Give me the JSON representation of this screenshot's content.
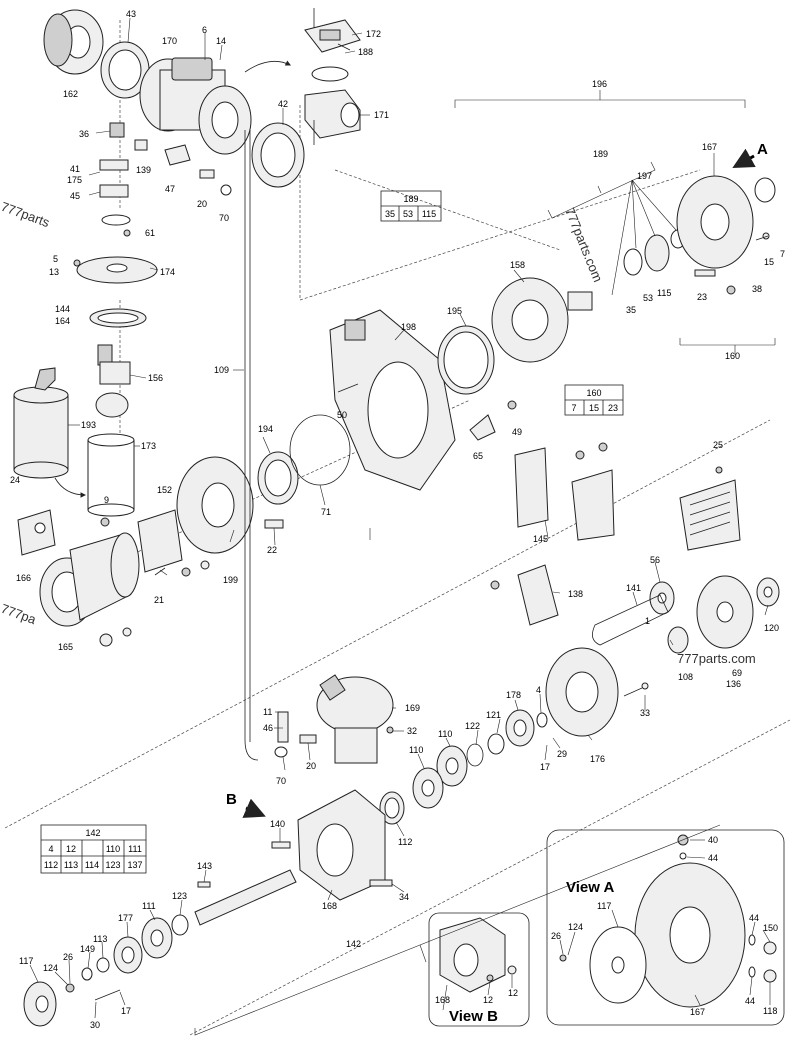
{
  "labels": {
    "l43": "43",
    "l6": "6",
    "l14": "14",
    "l170": "170",
    "l172": "172",
    "l188": "188",
    "l162": "162",
    "l42": "42",
    "l171": "171",
    "l196": "196",
    "l36": "36",
    "l139": "139",
    "l41": "41",
    "l175": "175",
    "l45": "45",
    "l47": "47",
    "l20a": "20",
    "l70a": "70",
    "l61": "61",
    "l189": "189",
    "l167a": "167",
    "l197": "197",
    "l5": "5",
    "l13": "13",
    "l174": "174",
    "l144": "144",
    "l164": "164",
    "l158": "158",
    "l195": "195",
    "l198": "198",
    "l35a": "35",
    "l53": "53",
    "l115": "115",
    "l15": "15",
    "l7": "7",
    "l23": "23",
    "l38": "38",
    "l156": "156",
    "l109": "109",
    "l160": "160",
    "l50": "50",
    "l49": "49",
    "l193": "193",
    "l173": "173",
    "l194": "194",
    "l71": "71",
    "l65": "65",
    "l25": "25",
    "l24": "24",
    "l9": "9",
    "l152": "152",
    "l145": "145",
    "l22": "22",
    "l166": "166",
    "l199": "199",
    "l21": "21",
    "l56": "56",
    "l141": "141",
    "l138": "138",
    "l165": "165",
    "l1": "1",
    "l120": "120",
    "l108": "108",
    "l69": "69",
    "l136": "136",
    "l178": "178",
    "l4": "4",
    "l33": "33",
    "l11": "11",
    "l169": "169",
    "l46": "46",
    "l32": "32",
    "l122": "122",
    "l121": "121",
    "l110a": "110",
    "l110b": "110",
    "l29": "29",
    "l17a": "17",
    "l176": "176",
    "l20b": "20",
    "l70b": "70",
    "l140": "140",
    "l112": "112",
    "l143": "143",
    "l168a": "168",
    "l34": "34",
    "l123": "123",
    "l111": "111",
    "l177": "177",
    "l113": "113",
    "l149": "149",
    "l26a": "26",
    "l117a": "117",
    "l124a": "124",
    "l17b": "17",
    "l30": "30",
    "l142b": "142",
    "l40": "40",
    "l44a": "44",
    "l117b": "117",
    "l26b": "26",
    "l124b": "124",
    "l44b": "44",
    "l150": "150",
    "l44c": "44",
    "l118": "118",
    "l167b": "167",
    "l168b": "168",
    "l12a": "12",
    "l12b": "12"
  },
  "table189": {
    "header": "189",
    "cells": [
      "35",
      "53",
      "115"
    ]
  },
  "table160": {
    "header": "160",
    "cells": [
      "7",
      "15",
      "23"
    ]
  },
  "table142": {
    "header": "142",
    "row1": [
      "4",
      "12",
      "",
      "110",
      "111"
    ],
    "row2": [
      "112",
      "113",
      "114",
      "123",
      "137"
    ]
  },
  "callouts": {
    "A": "A",
    "B": "B"
  },
  "views": {
    "viewA": "View A",
    "viewB": "View B"
  },
  "watermarks": {
    "w1": "777parts.com",
    "w2": "777parts.com",
    "w3": "777parts",
    "w4": "777pa"
  }
}
